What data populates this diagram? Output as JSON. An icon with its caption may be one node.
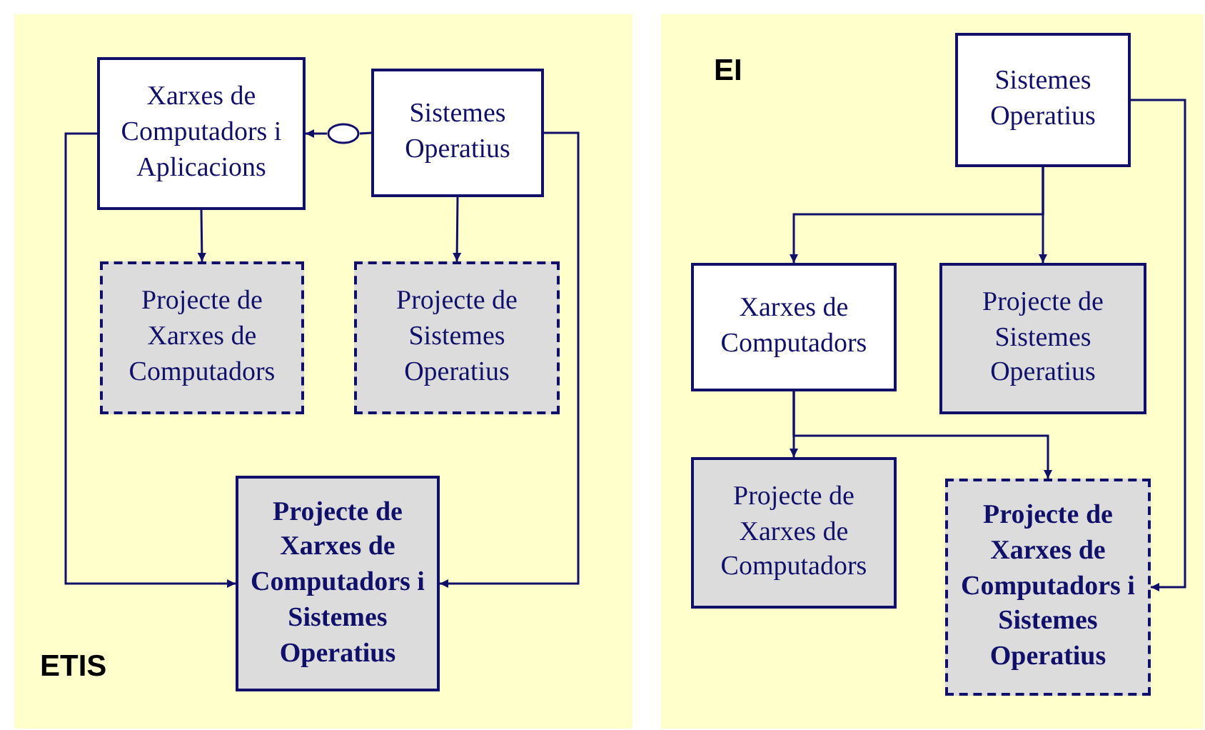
{
  "diagram": {
    "nodes": [
      {
        "text": [
          "ETIS"
        ]
      },
      {
        "text": [
          "Xarxes de Computadors i Aplicacions"
        ],
        "in": 0
      },
      {
        "text": [
          "Sistemes Operatius"
        ],
        "in": 0
      },
      {
        "text": [
          "Projecte de Xarxes de Computadors"
        ],
        "in": 0
      },
      {
        "text": [
          "Projecte de Sistemes Operatius"
        ],
        "in": 0
      },
      {
        "text": [
          "Projecte de Xarxes de Computadors i Sistemes Operatius"
        ],
        "in": 0
      },
      {
        "text": [],
        "shape": "ellipse",
        "in": 0
      },
      {
        "text": [
          "EI"
        ]
      },
      {
        "text": [
          "Sistemes Operatius"
        ],
        "in": 7
      },
      {
        "text": [
          "Xarxes de Computadors"
        ],
        "in": 7
      },
      {
        "text": [
          "Projecte de Sistemes Operatius"
        ],
        "in": 7
      },
      {
        "text": [
          "Projecte de Xarxes de Computadors"
        ],
        "in": 7
      },
      {
        "text": [
          "Projecte de Xarxes de Computadors i Sistemes Operatius"
        ],
        "in": 7
      }
    ],
    "edges": [
      {
        "from": 2,
        "to": 6,
        "arrow": "none"
      },
      {
        "from": 6,
        "to": 1,
        "arrow": "to"
      },
      {
        "from": 1,
        "to": 3,
        "arrow": "to"
      },
      {
        "from": 2,
        "to": 4,
        "arrow": "to"
      },
      {
        "from": 1,
        "to": 5,
        "arrow": "to"
      },
      {
        "from": 2,
        "to": 5,
        "arrow": "to"
      },
      {
        "from": 8,
        "to": 9,
        "arrow": "to"
      },
      {
        "from": 8,
        "to": 10,
        "arrow": "to"
      },
      {
        "from": 8,
        "to": 12,
        "arrow": "to"
      },
      {
        "from": 9,
        "to": 11,
        "arrow": "to"
      },
      {
        "from": 9,
        "to": 12,
        "arrow": "to"
      }
    ]
  }
}
